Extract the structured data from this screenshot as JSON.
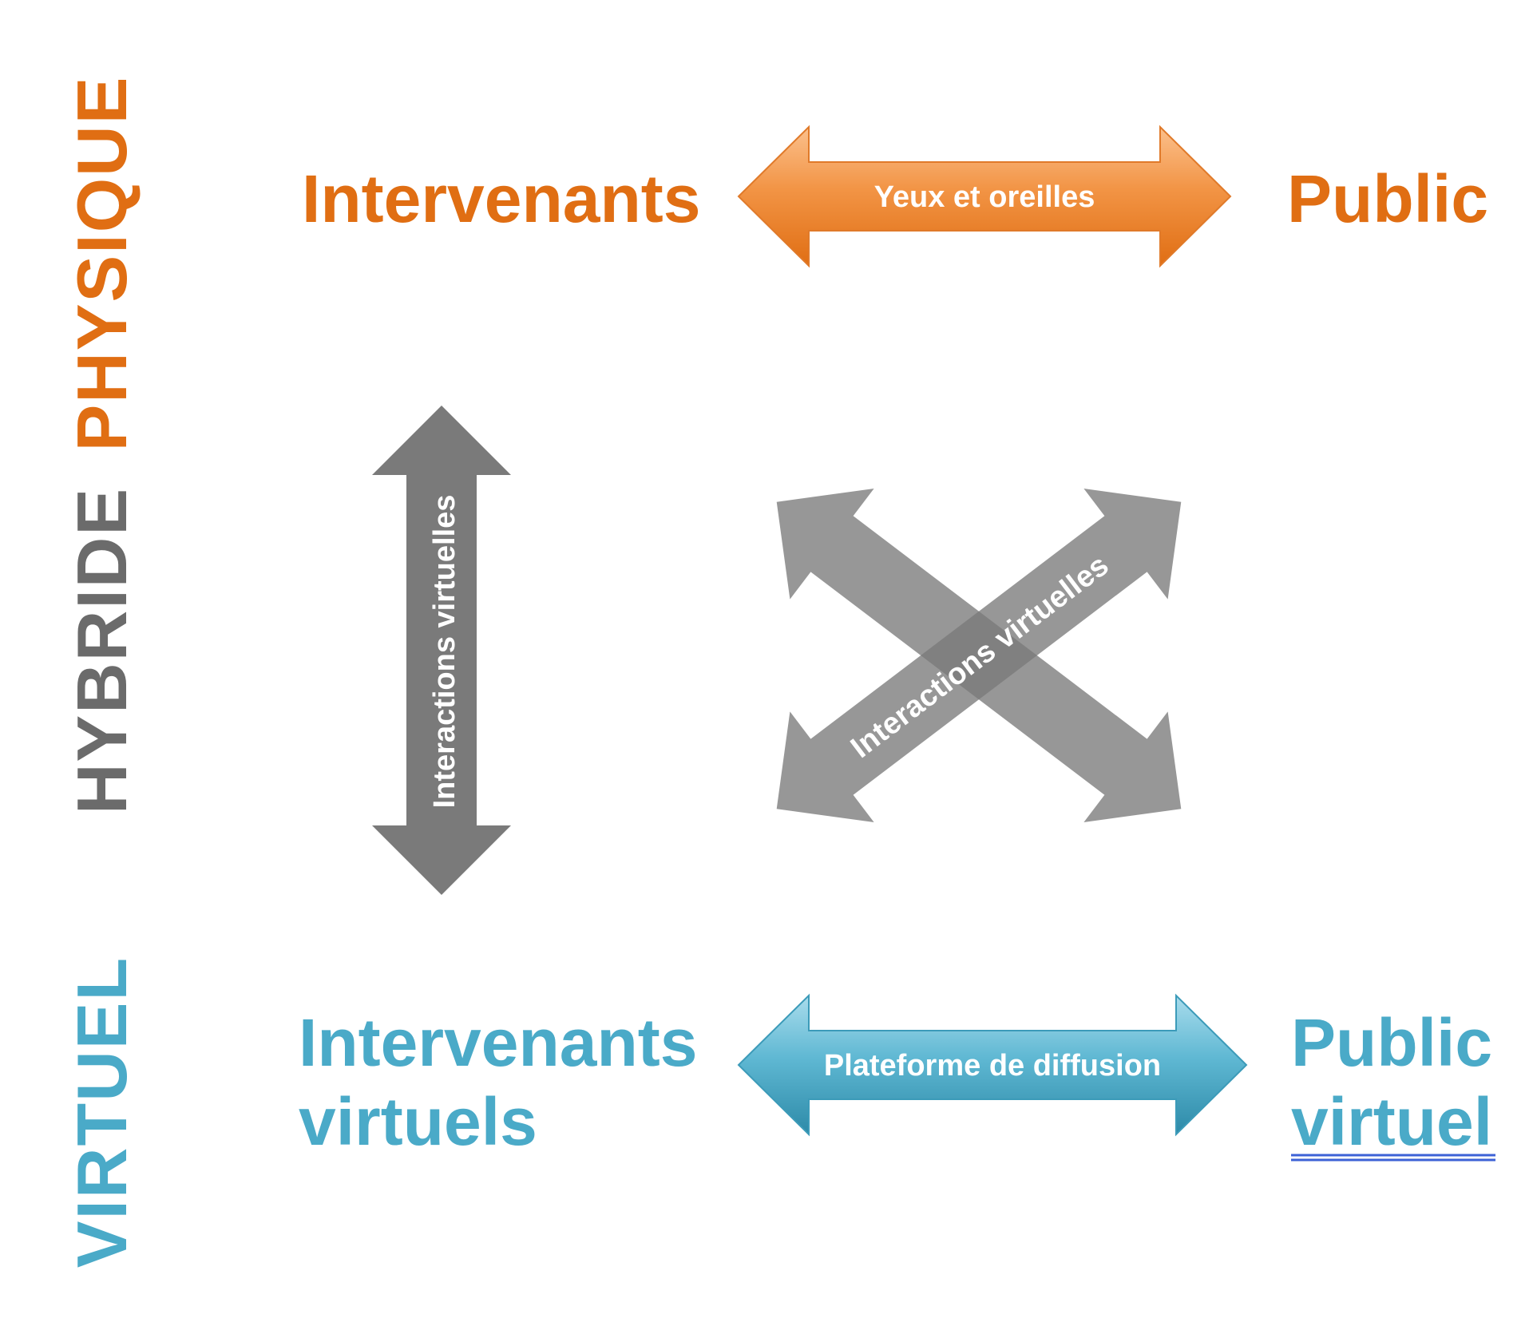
{
  "colors": {
    "physical": "#e06e13",
    "hybrid": "#6b6b6b",
    "virtual": "#4aaac8",
    "grey_arrow": "#7a7a7a",
    "grey_overlap": "#3c3c3c",
    "link_underline": "#3d62d6"
  },
  "side_labels": {
    "physical": "PHYSIQUE",
    "hybrid": "HYBRIDE",
    "virtual": "VIRTUEL"
  },
  "physical_row": {
    "left": "Intervenants",
    "right": "Public",
    "arrow_label": "Yeux et oreilles"
  },
  "virtual_row": {
    "left_line1": "Intervenants",
    "left_line2": "virtuels",
    "right_line1": "Public",
    "right_line2": "virtuel",
    "arrow_label": "Plateforme de diffusion"
  },
  "vertical_arrow": {
    "label": "Interactions virtuelles"
  },
  "cross_arrows": {
    "label": "Interactions virtuelles"
  }
}
